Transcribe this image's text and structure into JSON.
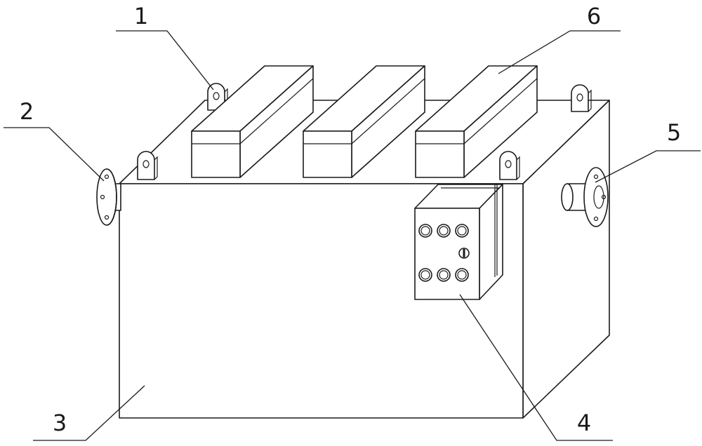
{
  "callouts": [
    {
      "id": "1",
      "label": "1"
    },
    {
      "id": "2",
      "label": "2"
    },
    {
      "id": "3",
      "label": "3"
    },
    {
      "id": "4",
      "label": "4"
    },
    {
      "id": "5",
      "label": "5"
    },
    {
      "id": "6",
      "label": "6"
    }
  ],
  "colors": {
    "line": "#1a1a1a",
    "background": "#ffffff"
  }
}
